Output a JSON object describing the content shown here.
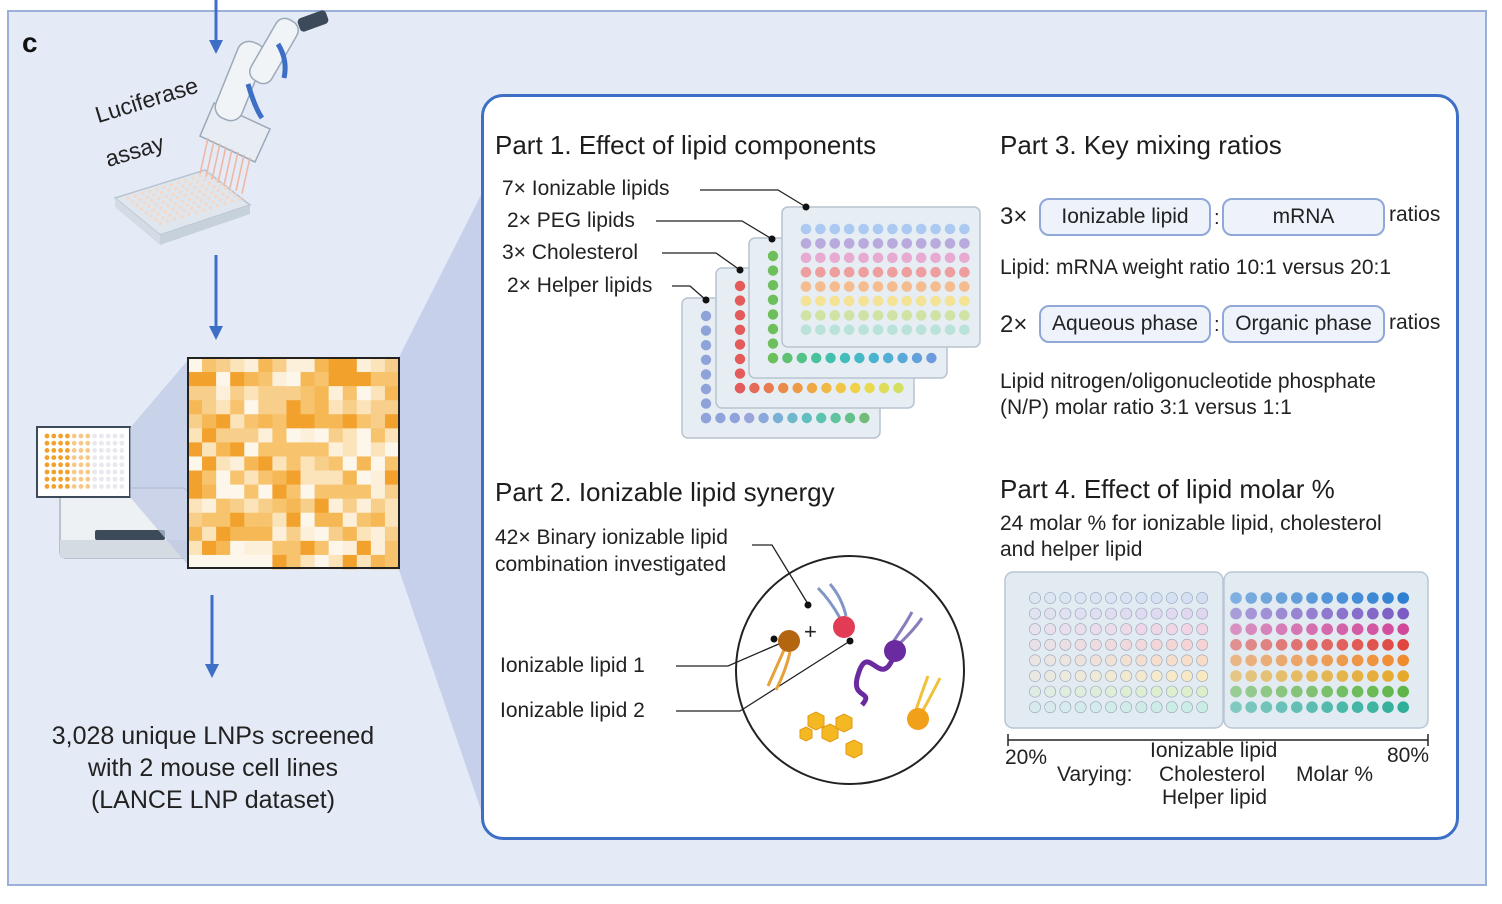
{
  "panel_letter": "c",
  "left": {
    "luciferase": [
      "Luciferase",
      "assay"
    ],
    "summary": [
      "3,028 unique LNPs screened",
      "with 2 mouse cell lines",
      "(LANCE LNP dataset)"
    ]
  },
  "part1": {
    "title": "Part 1. Effect of lipid components",
    "labels": [
      "7× Ionizable lipids",
      "2× PEG lipids",
      "3× Cholesterol",
      "2× Helper lipids"
    ]
  },
  "part2": {
    "title": "Part 2. Ionizable lipid synergy",
    "desc": [
      "42× Binary ionizable lipid",
      "combination investigated"
    ],
    "lipid1": "Ionizable lipid 1",
    "lipid2": "Ionizable lipid 2",
    "plus": "+"
  },
  "part3": {
    "title": "Part 3. Key mixing ratios",
    "row1": {
      "mult": "3×",
      "a": "Ionizable lipid",
      "sep": ":",
      "b": "mRNA",
      "suffix": "ratios"
    },
    "line1": "Lipid: mRNA weight ratio 10:1 versus 20:1",
    "row2": {
      "mult": "2×",
      "a": "Aqueous phase",
      "sep": ":",
      "b": "Organic phase",
      "suffix": "ratios"
    },
    "line2": [
      "Lipid nitrogen/oligonucleotide phosphate",
      "(N/P) molar ratio 3:1 versus 1:1"
    ]
  },
  "part4": {
    "title": "Part 4. Effect of lipid molar %",
    "desc": [
      "24 molar % for ionizable lipid, cholesterol",
      "and helper lipid"
    ],
    "min": "20%",
    "max": "80%",
    "varying": "Varying:",
    "components": [
      "Ionizable lipid",
      "Cholesterol",
      "Helper lipid"
    ],
    "molar": "Molar %"
  },
  "colors": {
    "accent": "#3d6fc7",
    "frame_bg": "#e5ebf6",
    "heatmap_light": "#fdf0da",
    "heatmap_dark": "#f2a12c"
  }
}
